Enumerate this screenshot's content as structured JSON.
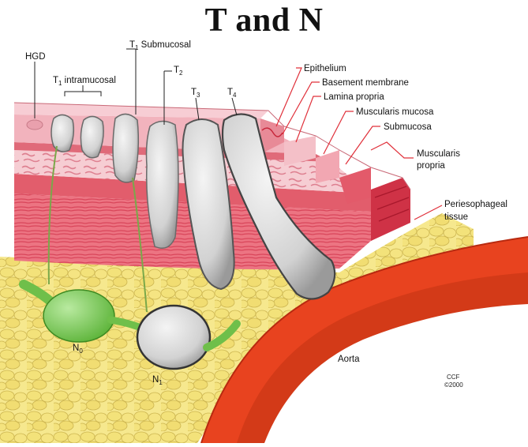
{
  "title": "T and N",
  "labels": {
    "hgd": "HGD",
    "t1_intramucosal": {
      "prefix": "T",
      "sub": "1",
      "suffix": " intramucosal"
    },
    "t1_submucosal": {
      "prefix": "T",
      "sub": "1",
      "suffix": " Submucosal"
    },
    "t2": {
      "prefix": "T",
      "sub": "2"
    },
    "t3": {
      "prefix": "T",
      "sub": "3"
    },
    "t4": {
      "prefix": "T",
      "sub": "4"
    },
    "epithelium": "Epithelium",
    "basement_membrane": "Basement membrane",
    "lamina_propria": "Lamina propria",
    "muscularis_mucosa": "Muscularis mucosa",
    "submucosa": "Submucosa",
    "muscularis_propria_1": "Muscularis",
    "muscularis_propria_2": "propria",
    "periesophageal_1": "Periesophageal",
    "periesophageal_2": "tissue",
    "aorta": "Aorta",
    "n0": {
      "prefix": "N",
      "sub": "0"
    },
    "n1": {
      "prefix": "N",
      "sub": "1"
    },
    "credit_1": "CCF",
    "credit_2": "©2000"
  },
  "colors": {
    "mucosa": "#f2b8c0",
    "submucosa": "#f7d3d8",
    "muscle": "#e8606e",
    "muscle_dark": "#c8283c",
    "fat": "#f3e27a",
    "fat_outline": "#c9b24a",
    "aorta": "#e8401e",
    "aorta_inner": "#c83212",
    "tumor": "#d9d9d9",
    "node_green": "#8ed66a",
    "label_line": "#e0303a"
  }
}
